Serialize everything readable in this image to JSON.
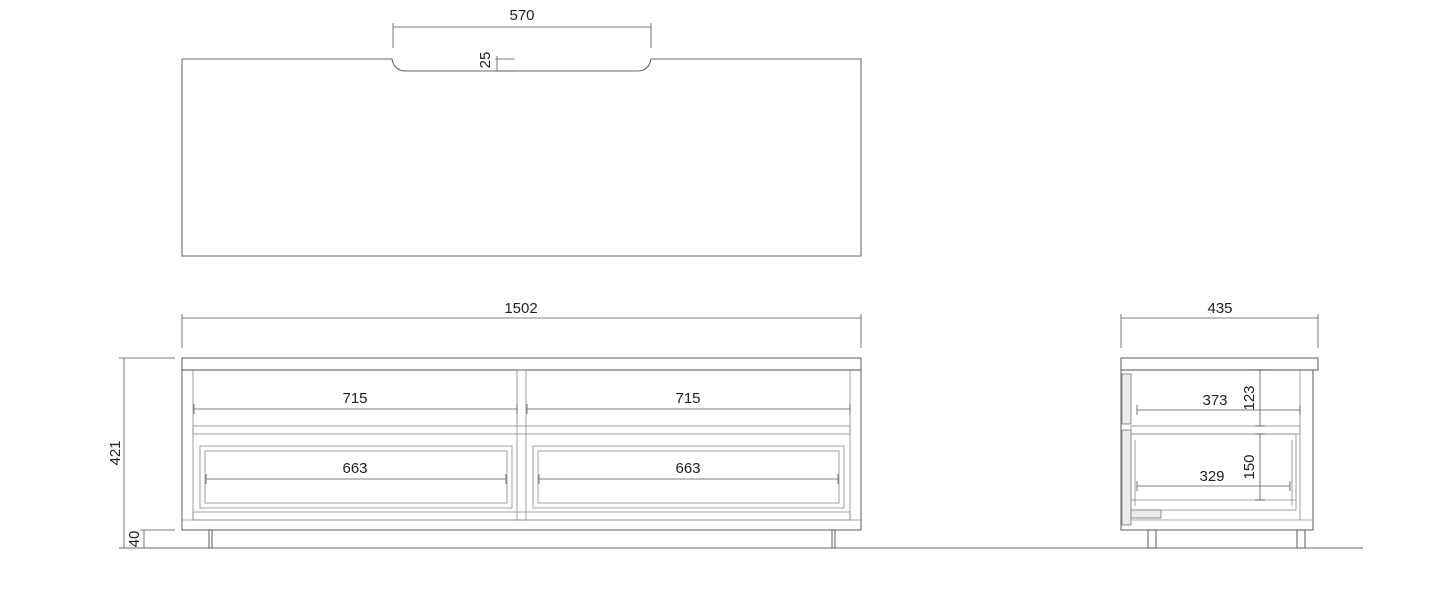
{
  "dimensions": {
    "notch_width": "570",
    "notch_depth": "25",
    "overall_width": "1502",
    "upper_left_width": "715",
    "upper_right_width": "715",
    "lower_left_width": "663",
    "lower_right_width": "663",
    "overall_height": "421",
    "leg_height": "40",
    "side_depth": "435",
    "side_shelf_depth": "373",
    "side_upper_height": "123",
    "side_drawer_depth": "329",
    "side_lower_height": "150"
  }
}
